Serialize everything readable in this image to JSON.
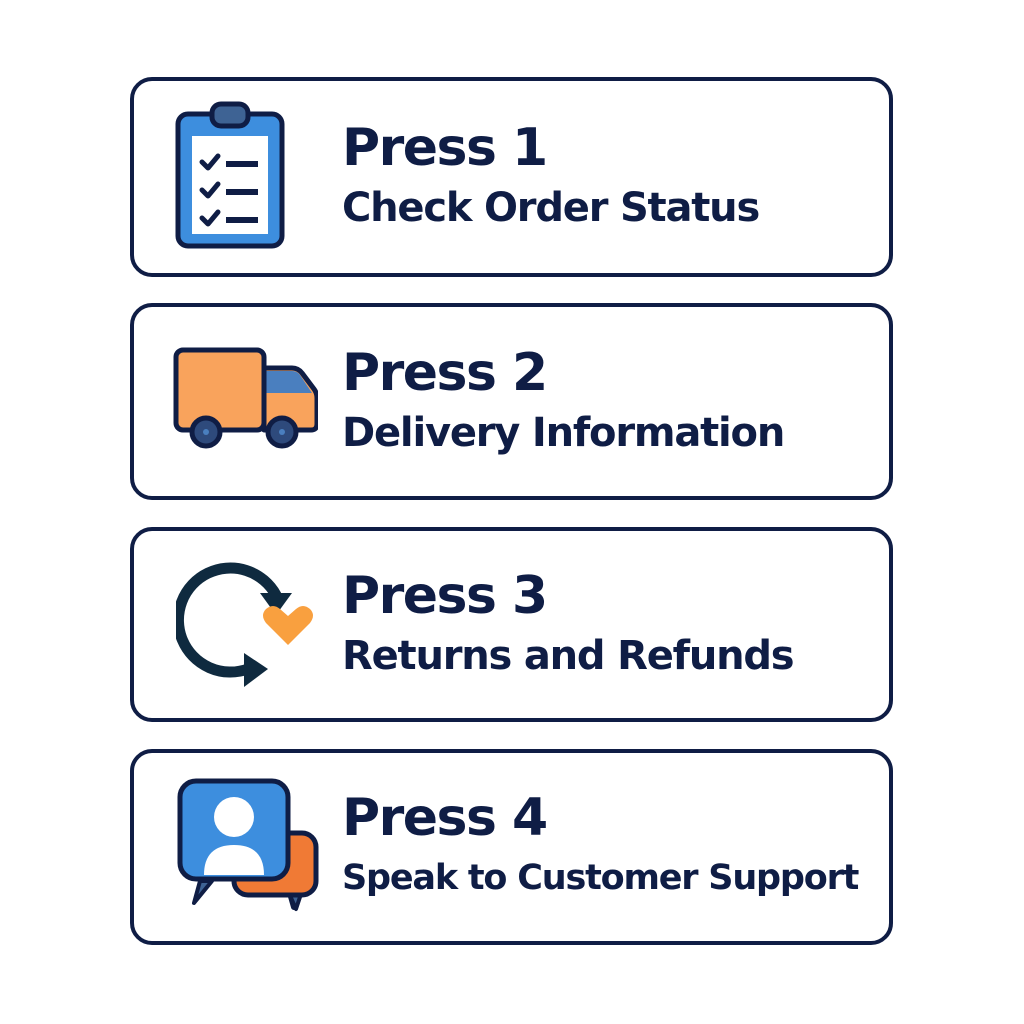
{
  "menu": {
    "colors": {
      "border": "#0f1d45",
      "text": "#0f1d45",
      "blue": "#3d8ede",
      "orange": "#f9a35c",
      "deep_orange": "#f07a35"
    },
    "options": [
      {
        "key": "1",
        "press_label": "Press 1",
        "label": "Check Order Status",
        "icon": "clipboard-checklist-icon"
      },
      {
        "key": "2",
        "press_label": "Press 2",
        "label": "Delivery Information",
        "icon": "delivery-truck-icon"
      },
      {
        "key": "3",
        "press_label": "Press 3",
        "label": "Returns and Refunds",
        "icon": "return-arrow-heart-icon"
      },
      {
        "key": "4",
        "press_label": "Press 4",
        "label": "Speak to Customer Support",
        "icon": "support-chat-icon"
      }
    ]
  }
}
